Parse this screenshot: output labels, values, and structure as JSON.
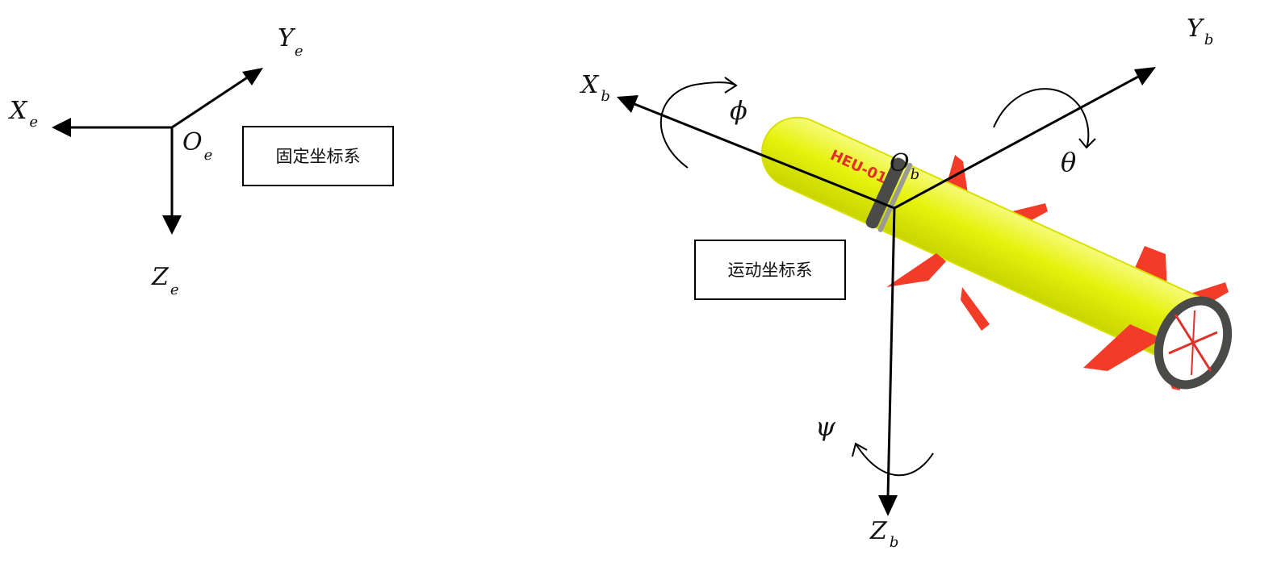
{
  "fixed_frame": {
    "box_label": "固定坐标系",
    "x_axis": {
      "main": "X",
      "sub": "e"
    },
    "y_axis": {
      "main": "Y",
      "sub": "e"
    },
    "z_axis": {
      "main": "Z",
      "sub": "e"
    },
    "origin": {
      "main": "O",
      "sub": "e"
    }
  },
  "body_frame": {
    "box_label": "运动坐标系",
    "x_axis": {
      "main": "X",
      "sub": "b"
    },
    "y_axis": {
      "main": "Y",
      "sub": "b"
    },
    "z_axis": {
      "main": "Z",
      "sub": "b"
    },
    "origin": {
      "main": "O",
      "sub": "b"
    },
    "roll_symbol": "ϕ",
    "pitch_symbol": "θ",
    "yaw_symbol": "ψ"
  },
  "vehicle": {
    "hull_text": "HEU-01",
    "hull_color": "#e8f20a",
    "fin_color": "#f23c28",
    "ring_color": "#4a4a48"
  }
}
